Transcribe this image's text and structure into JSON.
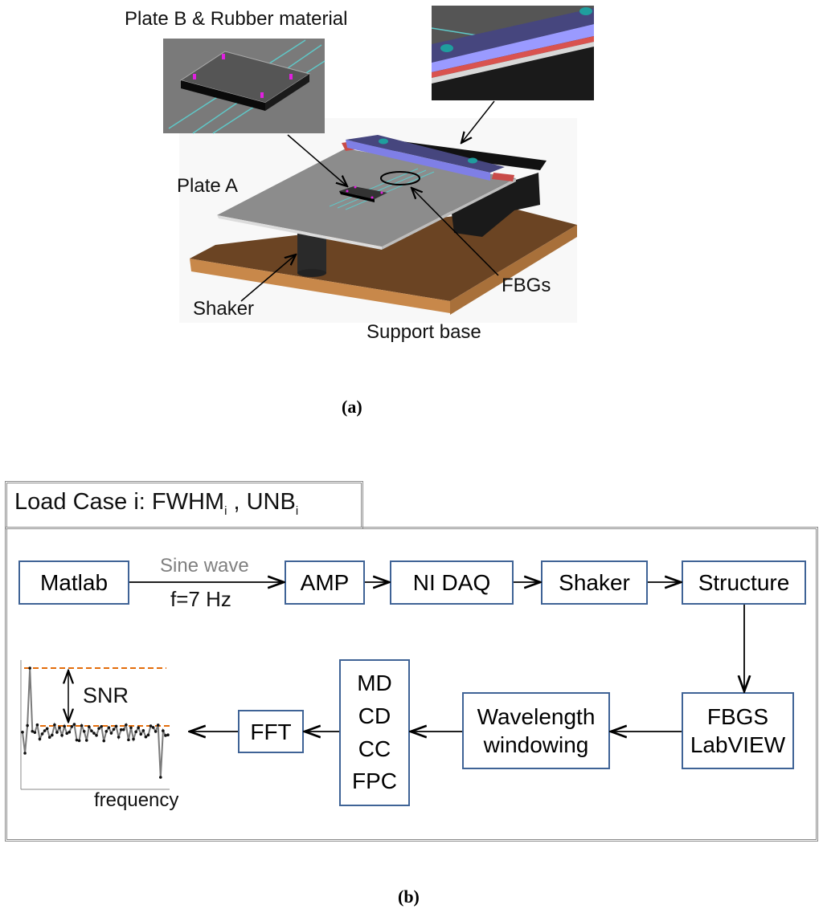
{
  "panel_a": {
    "caption": "(a)",
    "labels": {
      "plate_b": "Plate B & Rubber material",
      "plate_a": "Plate A",
      "fbgs": "FBGs",
      "shaker": "Shaker",
      "support_base": "Support base"
    },
    "colors": {
      "plate": "#8c8c8c",
      "base": "#c8884a",
      "clamp_bar": "#7f7fe6",
      "clamp_bar_dark": "#46467e",
      "rubber": "#d9534f",
      "fiber": "#5fc8c8",
      "bolt": "#1f9e9e",
      "pin": "#e020e0"
    }
  },
  "panel_b": {
    "caption": "(b)",
    "load_case": {
      "prefix": "Load Case i:  FWHM",
      "sub1": "i",
      "mid": " , UNB",
      "sub2": "i"
    },
    "top_row": [
      {
        "id": "matlab",
        "label": "Matlab"
      },
      {
        "id": "amp",
        "label": "AMP"
      },
      {
        "id": "ni-daq",
        "label": "NI DAQ"
      },
      {
        "id": "shaker",
        "label": "Shaker"
      },
      {
        "id": "structure",
        "label": "Structure"
      }
    ],
    "signal": {
      "type": "Sine wave",
      "freq": "f=7 Hz"
    },
    "bottom_row": [
      {
        "id": "fbgs-labview",
        "lines": [
          "FBGS",
          "LabVIEW"
        ]
      },
      {
        "id": "wavelength-windowing",
        "lines": [
          "Wavelength",
          "windowing"
        ]
      },
      {
        "id": "methods",
        "lines": [
          "MD",
          "CD",
          "CC",
          "FPC"
        ]
      },
      {
        "id": "fft",
        "lines": [
          "FFT"
        ]
      }
    ],
    "spectrum": {
      "snr_label": "SNR",
      "x_label": "frequency",
      "dash_color": "#e36c0a"
    },
    "colors": {
      "box_border": "#3f6396",
      "frame": "#8a8a8a",
      "signal_label": "#808080"
    }
  }
}
